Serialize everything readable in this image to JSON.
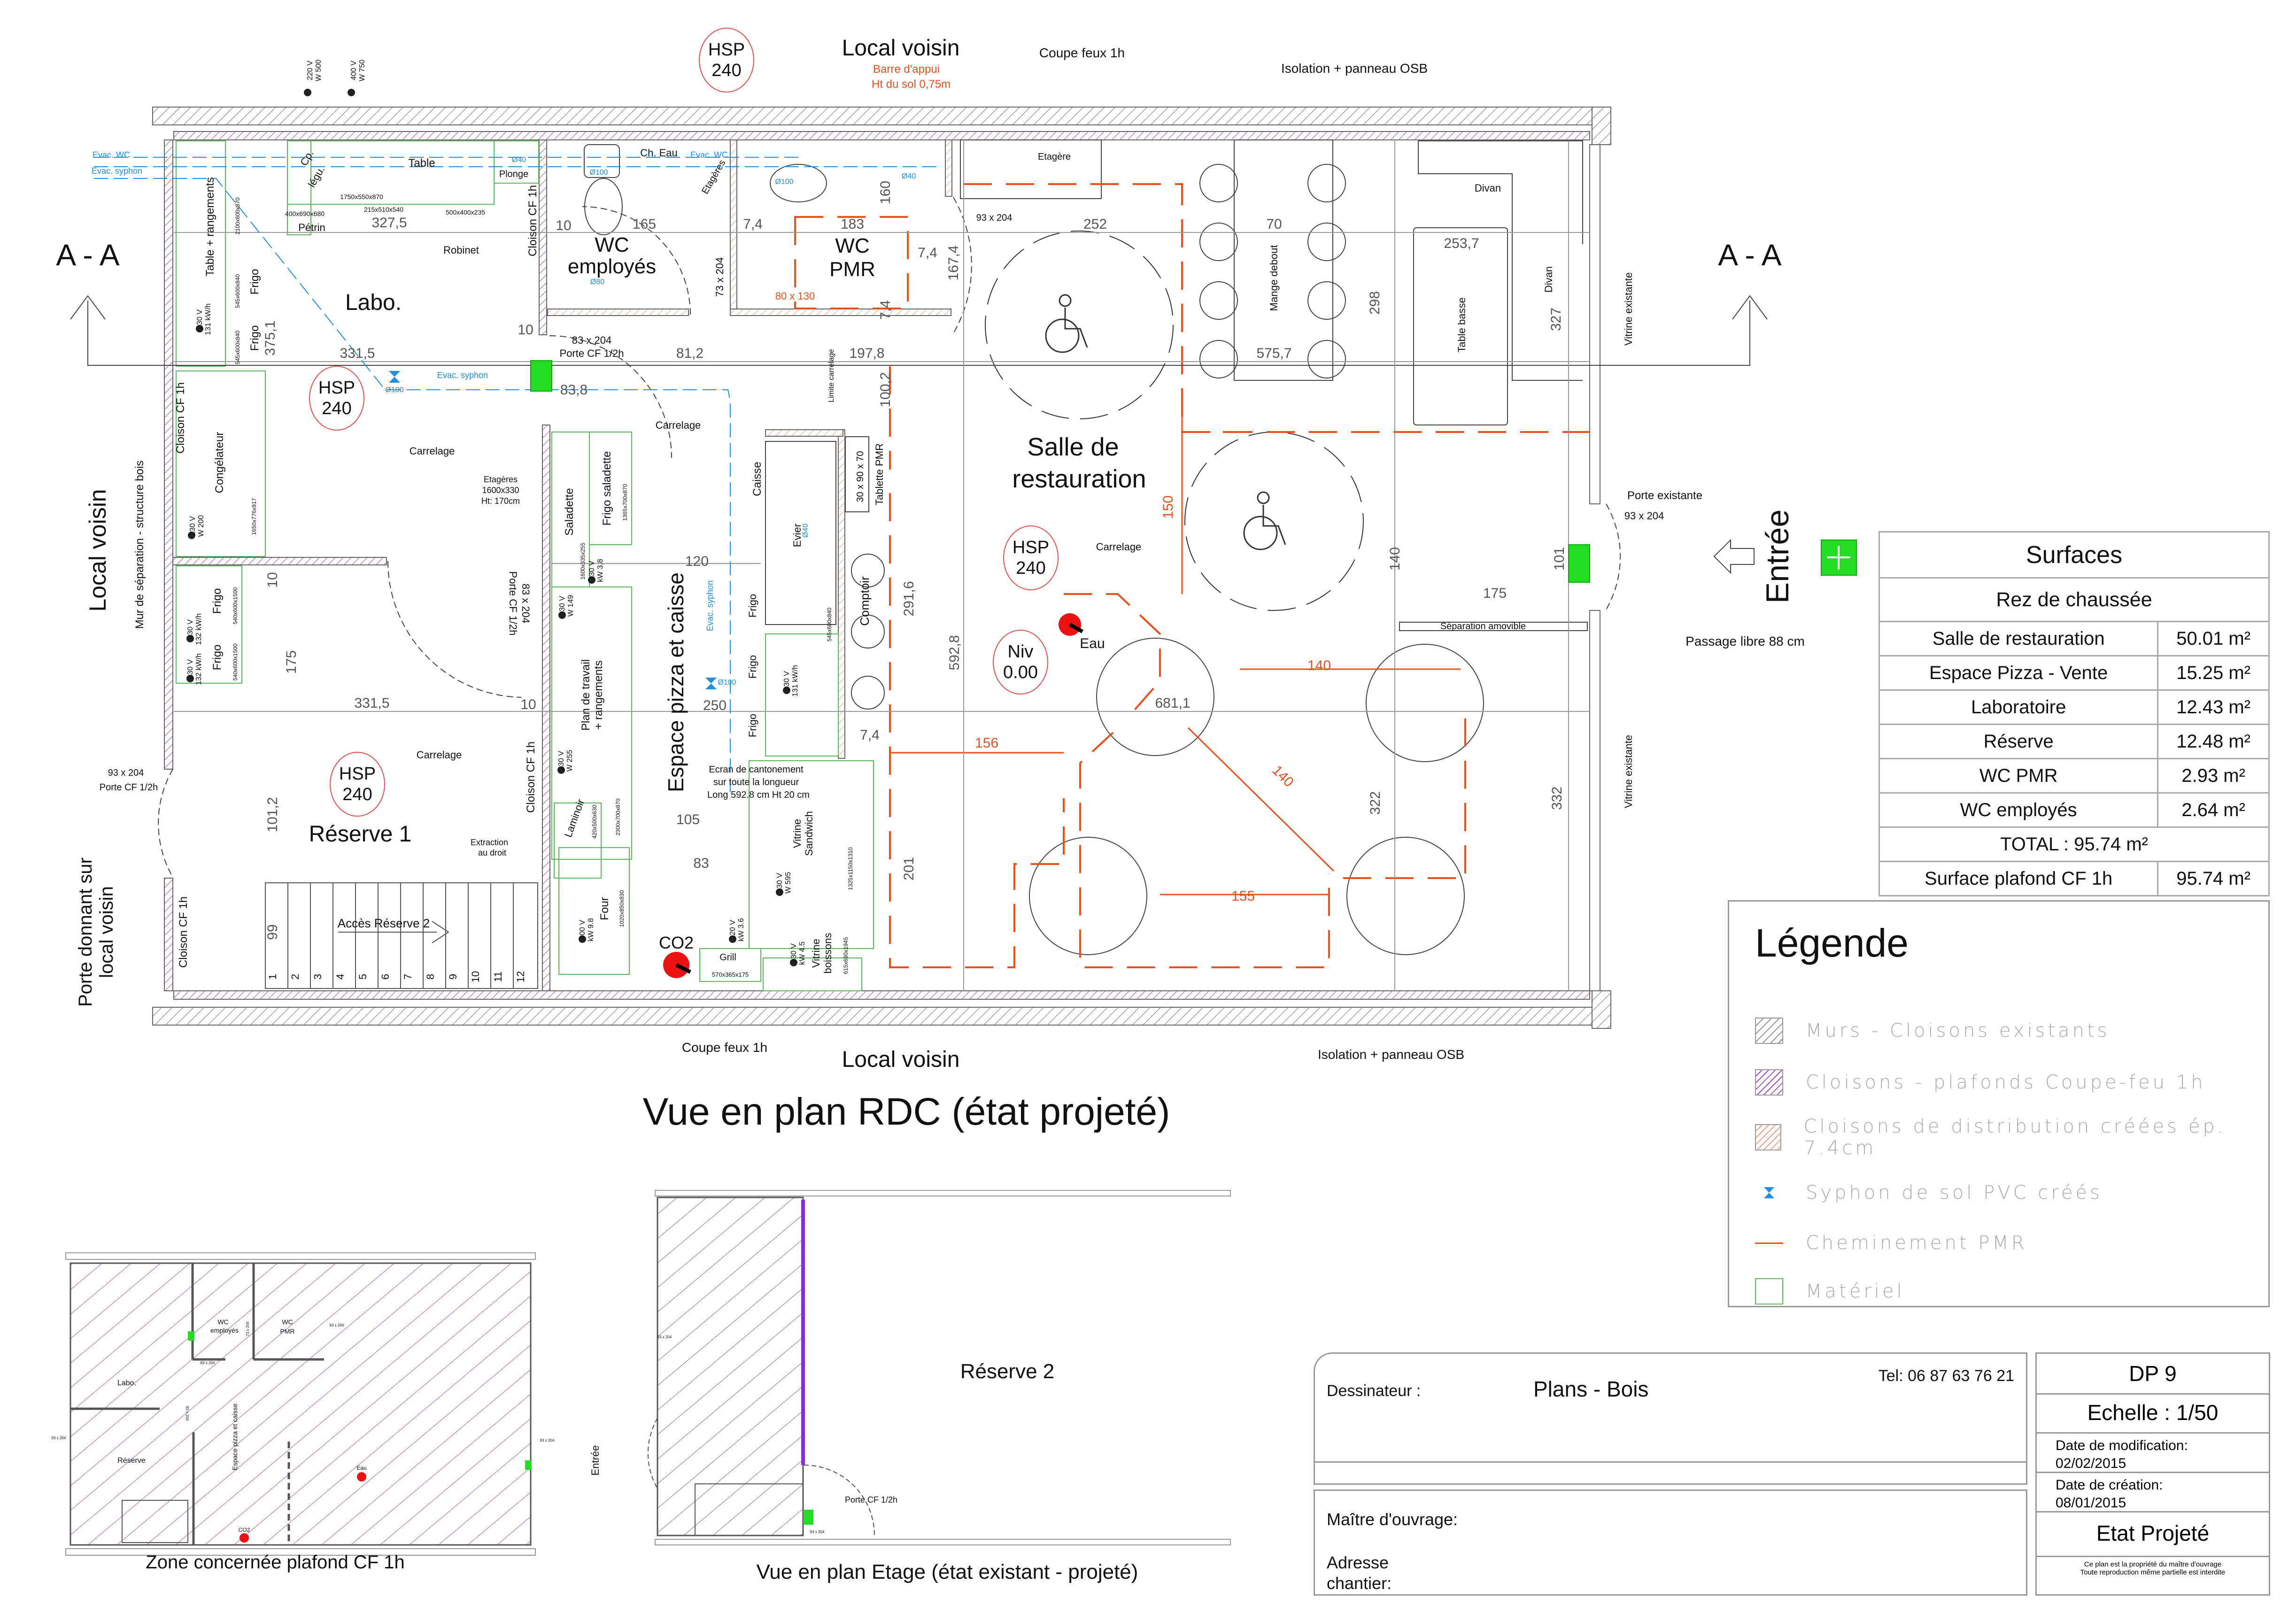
{
  "colors": {
    "pmr_path": "#e8501e",
    "plumbing": "#1f8fe0",
    "equipment": "#5cb85c",
    "fire_partition": "#a24bd0",
    "exit_sign": "#22dd22",
    "extinguisher": "#ee1111"
  },
  "main_plan": {
    "title": "Vue en plan RDC (état projeté)",
    "section_marks": [
      "A - A",
      "A - A"
    ],
    "entrance": "Entrée",
    "neighbors": {
      "top": "Local voisin",
      "bottom": "Local voisin",
      "left": "Local voisin",
      "left_wall": "Mur de séparation - structure bois",
      "left_door_l1": "Porte donnant sur",
      "left_door_l2": "local voisin"
    },
    "rooms": {
      "labo": "Labo.",
      "wc_emp_1": "WC",
      "wc_emp_2": "employés",
      "wc_pmr_1": "WC",
      "wc_pmr_2": "PMR",
      "salle_1": "Salle de",
      "salle_2": "restauration",
      "pizza": "Espace pizza et caisse",
      "reserve": "Réserve 1"
    },
    "hsp": [
      {
        "l1": "HSP",
        "l2": "240"
      },
      {
        "l1": "HSP",
        "l2": "240"
      },
      {
        "l1": "HSP",
        "l2": "240"
      },
      {
        "l1": "HSP",
        "l2": "240"
      }
    ],
    "level": {
      "l1": "Niv",
      "l2": "0.00"
    },
    "notes": {
      "coupe_feux_top": "Coupe feux 1h",
      "coupe_feux_bottom": "Coupe feux 1h",
      "isolation_top": "Isolation + panneau OSB",
      "isolation_bottom": "Isolation + panneau OSB",
      "barre_1": "Barre d'appui",
      "barre_2": "Ht du sol 0,75m",
      "robinet": "Robinet",
      "cloison_cf_1": "Cloison CF 1h",
      "cloison_cf_2": "Cloison CF 1h",
      "cloison_cf_3": "Cloison CF 1h",
      "cloison_cf_4": "Cloison CF 1h",
      "evac_wc_1": "Evac. WC",
      "evac_syphon_1": "Evac. syphon",
      "evac_wc_2": "Evac. WC",
      "evac_syphon_2": "Evac. syphon",
      "evac_syphon_3": "Evac. syphon",
      "carrelage_1": "Carrelage",
      "carrelage_2": "Carrelage",
      "carrelage_3": "Carrelage",
      "carrelage_4": "Carrelage",
      "limite_carrelage": "Limite carrelage",
      "etageres_1": "Etagères",
      "etageres_2": "1600x330",
      "etageres_3": "Ht: 170cm",
      "porte_cf_1": "83 x 204",
      "porte_cf_2": "Porte CF 1/2h",
      "porte_cf_rot": "83 x 204",
      "porte_cf_rot2": "Porte CF 1/2h",
      "porte_res_1": "93 x 204",
      "porte_res_2": "Porte CF 1/2h",
      "porte_pmr": "93 x 204",
      "porte_wc_emp": "73 x 204",
      "porte_exist_1": "Porte existante",
      "porte_exist_2": "93 x 204",
      "passage": "Passage libre 88 cm",
      "separation": "Séparation amovible",
      "vitrine_exist_1": "Vitrine existante",
      "vitrine_exist_2": "Vitrine existante",
      "ecran_1": "Ecran de cantonement",
      "ecran_2": "sur toute la longueur",
      "ecran_3": "Long 592.8 cm Ht 20 cm",
      "extraction_1": "Extraction",
      "extraction_2": "au droit",
      "acces": "Accès Réserve 2",
      "eau": "Eau",
      "co2": "CO2",
      "pmr_wc_area": "80 x 130"
    },
    "pipes": [
      "Ø40",
      "Ø100",
      "Ø80",
      "Ø100",
      "Ø40",
      "Ø40",
      "Ø100",
      "Ø100"
    ],
    "equipment": {
      "table": "Table",
      "plonge": "Plonge",
      "cp_legu_1": "Cp.",
      "cp_legu_2": "légu.",
      "petrin": "Pétrin",
      "table_dim": "1750x550x870",
      "cp_dim": "215x510x540",
      "petrin_dim": "400x690x680",
      "plonge_dim": "500x400x235",
      "table_rang": "Table + rangements",
      "table_rang_dim": "2100x600x870",
      "frigo_l1": "Frigo",
      "frigo_l1_dim": "545x600x840",
      "frigo_l2": "Frigo",
      "frigo_l2_dim": "545x600x840",
      "ch_eau": "Ch. Eau",
      "etageres_wc": "Etagères",
      "etagere": "Etagère",
      "congelateur": "Congélateur",
      "congel_dim": "1650x776x917",
      "frigo_r1": "Frigo",
      "frigo_r1_dim": "540x600x1500",
      "frigo_r2": "Frigo",
      "frigo_r2_dim": "540x600x1500",
      "saladette": "Saladette",
      "saladette_dim": "1600x335x255",
      "frigo_saladette": "Frigo saladette",
      "frigo_sal_dim": "1365x700x870",
      "plan_travail_1": "Plan de travail",
      "plan_travail_2": "+ rangements",
      "caisse": "Caisse",
      "evier": "Evier",
      "tablette": "Tablette PMR",
      "tablette_dim": "30 x 90 x 70",
      "comptoir": "Comptoir",
      "frigo_k1": "Frigo",
      "frigo_k2": "Frigo",
      "frigo_k3": "Frigo",
      "frigo_k_dim": "545x600x840",
      "laminoir": "Laminoir",
      "laminoir_dim": "420x500x630",
      "lam_bench_dim": "2300x700x870",
      "four": "Four",
      "four_dim": "1020x850x830",
      "grill": "Grill",
      "grill_dim": "570x365x175",
      "vitrine_sandwich_1": "Vitrine",
      "vitrine_sandwich_2": "Sandwich",
      "vitrine_sandwich_dim": "1325x1150x1310",
      "vitrine_boissons_1": "Vitrine",
      "vitrine_boissons_2": "boissons",
      "vitrine_boissons_dim": "615x690x1945",
      "mange_debout": "Mange debout",
      "divan_1": "Divan",
      "divan_2": "Divan",
      "table_basse": "Table basse"
    },
    "electrical": [
      {
        "l1": "220 V",
        "l2": "W 500"
      },
      {
        "l1": "400 V",
        "l2": "W 750"
      },
      {
        "l1": "230 V",
        "l2": "131 kW/h"
      },
      {
        "l1": "230 V",
        "l2": "W 200"
      },
      {
        "l1": "230 V",
        "l2": "132 kW/h"
      },
      {
        "l1": "230 V",
        "l2": "132 kW/h"
      },
      {
        "l1": "230 V",
        "l2": "W 149"
      },
      {
        "l1": "230 V",
        "l2": "kW 3.8"
      },
      {
        "l1": "230 V",
        "l2": "131 kW/h"
      },
      {
        "l1": "230 V",
        "l2": "W 255"
      },
      {
        "l1": "230 V",
        "l2": "W 595"
      },
      {
        "l1": "400 V",
        "l2": "kW 9.8"
      },
      {
        "l1": "220 V",
        "l2": "kW 3.6"
      },
      {
        "l1": "230 V",
        "l2": "kW 4.5"
      }
    ],
    "dimensions": {
      "d327_5": "327,5",
      "d10a": "10",
      "d165": "165",
      "d7_4a": "7,4",
      "d183": "183",
      "d160": "160",
      "d7_4b": "7,4",
      "d167_4": "167,4",
      "d7_4c": "7,4",
      "d252": "252",
      "d70": "70",
      "d253_7": "253,7",
      "d298": "298",
      "d327": "327",
      "d375_1": "375,1",
      "d331_5a": "331,5",
      "d10b": "10",
      "d81_2": "81,2",
      "d197_8": "197,8",
      "d575_7": "575,7",
      "d83_8": "83,8",
      "d100_2": "100,2",
      "d10c": "10",
      "d175a": "175",
      "d120": "120",
      "d291_6": "291,6",
      "d250": "250",
      "d150": "150",
      "d140a": "140",
      "d101": "101",
      "d175b": "175",
      "d592_8": "592,8",
      "d681_1": "681,1",
      "d140b": "140",
      "d331_5b": "331,5",
      "d10d": "10",
      "d7_4d": "7,4",
      "d156": "156",
      "d140c": "140",
      "d322": "322",
      "d332": "332",
      "d101_2": "101,2",
      "d105": "105",
      "d83": "83",
      "d201": "201",
      "d155": "155",
      "d99": "99"
    },
    "stair_steps": [
      "1",
      "2",
      "3",
      "4",
      "5",
      "6",
      "7",
      "8",
      "9",
      "10",
      "11",
      "12"
    ]
  },
  "surfaces": {
    "title": "Surfaces",
    "subtitle": "Rez de chaussée",
    "rows": [
      {
        "room": "Salle de restauration",
        "area": "50.01 m²"
      },
      {
        "room": "Espace Pizza - Vente",
        "area": "15.25 m²"
      },
      {
        "room": "Laboratoire",
        "area": "12.43 m²"
      },
      {
        "room": "Réserve",
        "area": "12.48 m²"
      },
      {
        "room": "WC PMR",
        "area": "2.93 m²"
      },
      {
        "room": "WC employés",
        "area": "2.64 m²"
      }
    ],
    "total": "TOTAL : 95.74 m²",
    "ceiling_label": "Surface plafond CF 1h",
    "ceiling_area": "95.74 m²"
  },
  "legend": {
    "title": "Légende",
    "items": [
      {
        "label": "Murs - Cloisons existants",
        "swatch": "hatch-grey"
      },
      {
        "label": "Cloisons - plafonds Coupe-feu 1h",
        "swatch": "hatch-purple"
      },
      {
        "label": "Cloisons de distribution créées ép. 7.4cm",
        "swatch": "hatch-orange"
      },
      {
        "label": "Syphon de sol PVC créés",
        "swatch": "syphon-icon"
      },
      {
        "label": "Cheminement PMR",
        "swatch": "orange-line"
      },
      {
        "label": "Matériel",
        "swatch": "green-box"
      }
    ]
  },
  "mini_plan_ceiling": {
    "title": "Zone concernée plafond CF 1h",
    "labels": {
      "labo": "Labo.",
      "wc_emp_1": "WC",
      "wc_emp_2": "employés",
      "wc_pmr_1": "WC",
      "wc_pmr_2": "PMR",
      "reserve": "Réserve",
      "pizza": "Espace pizza et caisse",
      "eau": "Eau",
      "co2": "CO2",
      "entree": "Entrée",
      "door1": "93 x 204",
      "door2": "93 x 204",
      "door3": "83 x 204",
      "door4": "73 x 204",
      "door5": "93 x 204",
      "door6": "83 x 204"
    }
  },
  "mini_plan_floor": {
    "title": "Vue en plan Etage (état existant - projeté)",
    "room": "Réserve 2",
    "door_label": "Porte CF 1/2h",
    "door1": "93 x 204",
    "door2": "93 x 204"
  },
  "title_block": {
    "designer_label": "Dessinateur :",
    "designer": "Plans - Bois",
    "phone": "Tel: 06 87 63 76 21",
    "owner_label": "Maître d'ouvrage:",
    "address_l1": "Adresse",
    "address_l2": "chantier:",
    "sheet": "DP 9",
    "scale": "Echelle : 1/50",
    "modified_label": "Date de modification:",
    "modified": "02/02/2015",
    "created_label": "Date de création:",
    "created": "08/01/2015",
    "status": "Etat Projeté",
    "disclaimer_1": "Ce plan est la propriété du maître d'ouvrage",
    "disclaimer_2": "Toute reproduction même partielle est interdite"
  }
}
